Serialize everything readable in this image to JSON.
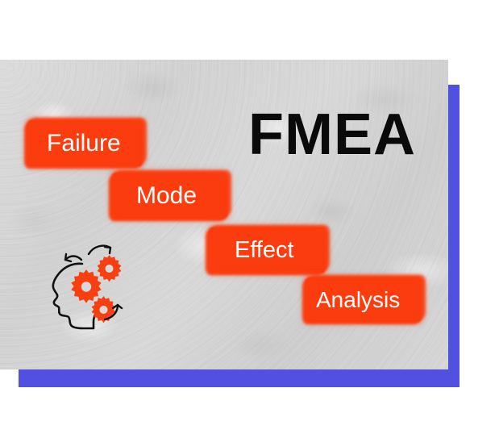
{
  "poster": {
    "heading": "FMEA",
    "acronym_words": [
      {
        "id": "failure",
        "label": "Failure"
      },
      {
        "id": "mode",
        "label": "Mode"
      },
      {
        "id": "effect",
        "label": "Effect"
      },
      {
        "id": "analysis",
        "label": "Analysis"
      }
    ],
    "illustration": {
      "name": "head-with-gears",
      "description": "hand-drawn head profile with three gears and curved arrows"
    },
    "colors": {
      "marker_highlight": "#fb3c0e",
      "accent_blue": "#5150e0",
      "card_background": "#d4d4d4",
      "heading_text": "#0a0a0a",
      "word_text": "#ffffff",
      "page_background": "#ffffff"
    }
  }
}
